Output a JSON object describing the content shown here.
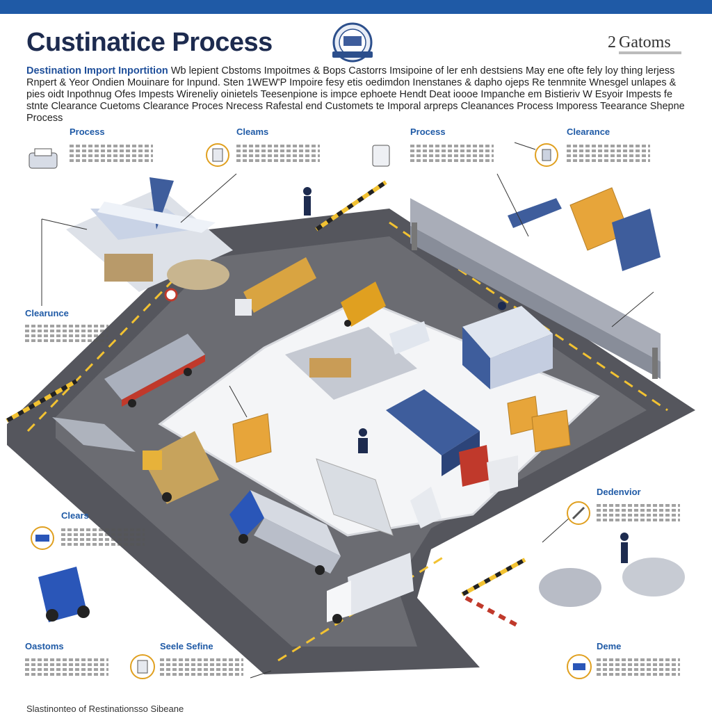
{
  "header": {
    "title": "Custinatice Process",
    "intro_lead": "Destination Import Inportition",
    "intro_body": "Wb lepient Cbstoms Impoitmes & Bops Castorrs Imsipoine of ler enh destsiens May ene ofte fely loy thing lerjess Rnpert & Yeor Ondien Mouinare for Inpund. Sten 1WEW'P Impoire fesy etis oedimdon Inenstanes & dapho ojeps Re tenmnite Wnesgel unlapes & pies oidt Inpothnug Ofes Impests Wireneliy oinietels Teesenpione is impce ephoete Hendt Deat ioooe Impanche em Bistieriv W Esyoir Impests fe stnte Clearance Cuetoms Clearance Proces Nrecess Rafestal end Customets te Imporal arpreps Cleanances Process Imporess Teearance Shepne Process"
  },
  "brand": {
    "name": "Gatoms",
    "prefix": "2"
  },
  "callouts": [
    {
      "label": "Process"
    },
    {
      "label": "Cleams"
    },
    {
      "label": "Process"
    },
    {
      "label": "Clearance"
    },
    {
      "label": "Clearunce"
    },
    {
      "label": "Clears"
    },
    {
      "label": "Dedenvior"
    },
    {
      "label": "Oastoms"
    },
    {
      "label": "Seele Sefine"
    },
    {
      "label": "Deme"
    }
  ],
  "footer": {
    "text": "Slastinonteo of Restinationsso Sibeane"
  },
  "colors": {
    "accent": "#1f5aa6",
    "title": "#1d2b4f",
    "road": "#55565d",
    "lane": "#f2c232",
    "crate": "#e7a53a",
    "container": "#3e5d9c"
  }
}
